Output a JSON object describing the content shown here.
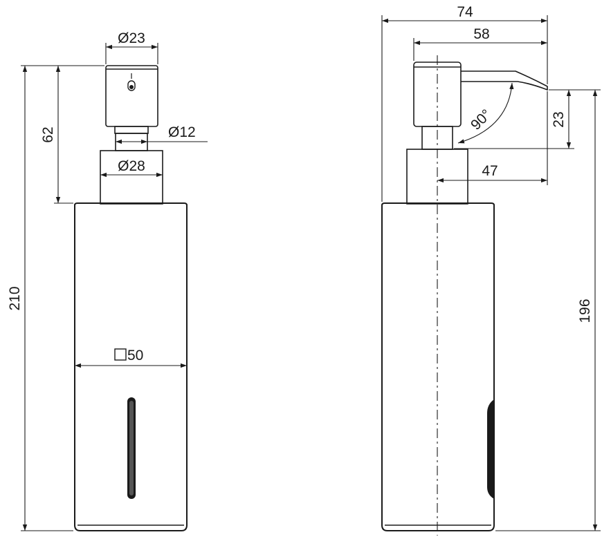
{
  "front_view": {
    "height_total": "210",
    "pump_height": "62",
    "head_diameter": "Ø23",
    "stem_diameter": "Ø12",
    "collar_diameter": "Ø28",
    "body_square": "50"
  },
  "side_view": {
    "overall_depth": "74",
    "spout_reach": "58",
    "spout_angle": "90°",
    "spout_drop": "23",
    "outlet_offset": "47",
    "outlet_height": "196"
  }
}
